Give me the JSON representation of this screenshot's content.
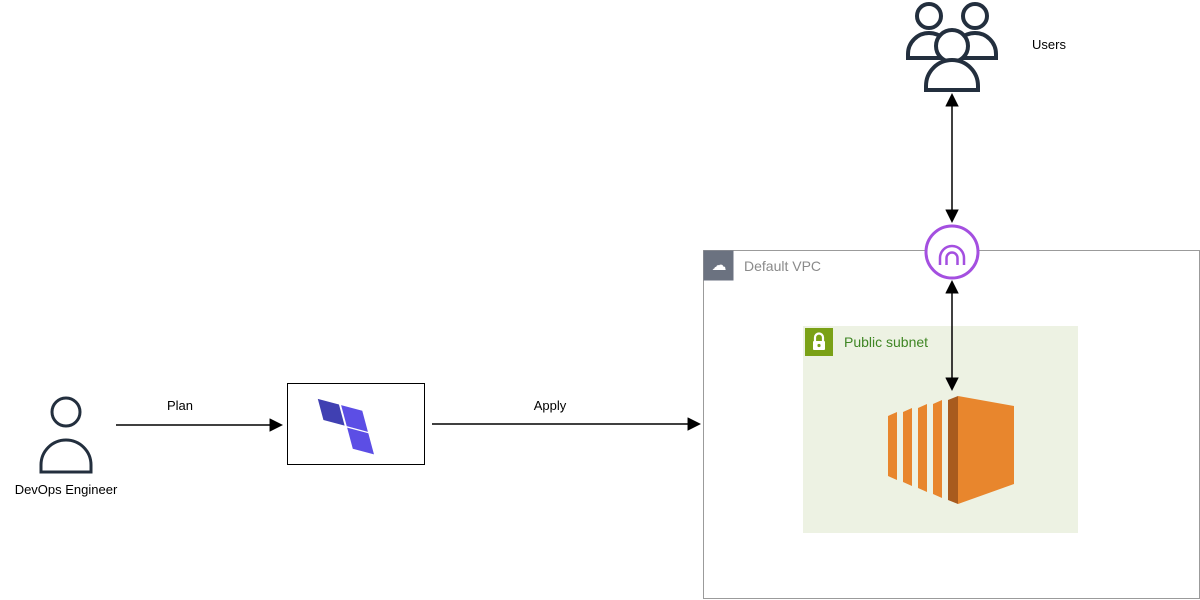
{
  "diagram": {
    "nodes": {
      "devops_engineer": {
        "label": "DevOps Engineer"
      },
      "users": {
        "label": "Users"
      },
      "vpc": {
        "label": "Default VPC"
      },
      "public_subnet": {
        "label": "Public subnet"
      }
    },
    "edges": {
      "plan": {
        "label": "Plan"
      },
      "apply": {
        "label": "Apply"
      }
    },
    "icons": {
      "vpc_cloud_glyph": "☁",
      "devops_engineer": "person-outline-icon",
      "users": "user-group-icon",
      "terraform": "terraform-logo-icon",
      "internet_gateway": "internet-gateway-circle-icon",
      "subnet_lock": "lock-icon",
      "ec2": "ec2-instance-icon"
    }
  },
  "colors": {
    "terraform_primary": "#5C4EE5",
    "terraform_dark": "#4040B2",
    "ec2_orange": "#E8862D",
    "ec2_orange_dark": "#A85B1E",
    "subnet_fill": "#EDF2E3",
    "subnet_green": "#7AA116",
    "subnet_label_green": "#3F8624",
    "gateway_purple": "#A44FE0",
    "outline_dark": "#232F3E",
    "vpc_border": "#9B9B9B",
    "vpc_label_gray": "#8A8A8A",
    "vpc_tab": "#6B7280",
    "arrow_black": "#000000"
  }
}
